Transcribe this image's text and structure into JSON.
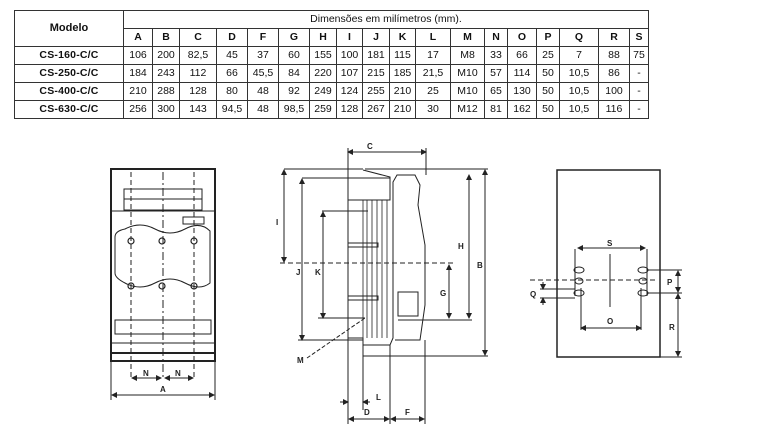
{
  "table": {
    "model_header": "Modelo",
    "title": "Dimensões em milímetros (mm).",
    "columns": [
      "A",
      "B",
      "C",
      "D",
      "F",
      "G",
      "H",
      "I",
      "J",
      "K",
      "L",
      "M",
      "N",
      "O",
      "P",
      "Q",
      "R",
      "S"
    ],
    "rows": [
      {
        "model": "CS-160-C/C",
        "values": [
          "106",
          "200",
          "82,5",
          "45",
          "37",
          "60",
          "155",
          "100",
          "181",
          "115",
          "17",
          "M8",
          "33",
          "66",
          "25",
          "7",
          "88",
          "75"
        ]
      },
      {
        "model": "CS-250-C/C",
        "values": [
          "184",
          "243",
          "112",
          "66",
          "45,5",
          "84",
          "220",
          "107",
          "215",
          "185",
          "21,5",
          "M10",
          "57",
          "114",
          "50",
          "10,5",
          "86",
          "-"
        ]
      },
      {
        "model": "CS-400-C/C",
        "values": [
          "210",
          "288",
          "128",
          "80",
          "48",
          "92",
          "249",
          "124",
          "255",
          "210",
          "25",
          "M10",
          "65",
          "130",
          "50",
          "10,5",
          "100",
          "-"
        ]
      },
      {
        "model": "CS-630-C/C",
        "values": [
          "256",
          "300",
          "143",
          "94,5",
          "48",
          "98,5",
          "259",
          "128",
          "267",
          "210",
          "30",
          "M12",
          "81",
          "162",
          "50",
          "10,5",
          "116",
          "-"
        ]
      }
    ]
  },
  "drawings": {
    "front_view": {
      "labels": {
        "n1": "N",
        "n2": "N",
        "a": "A"
      }
    },
    "side_view": {
      "labels": {
        "c": "C",
        "i": "I",
        "j": "J",
        "k": "K",
        "h": "H",
        "b": "B",
        "g": "G",
        "m": "M",
        "l": "L",
        "d": "D",
        "f": "F"
      }
    },
    "mounting_view": {
      "labels": {
        "s": "S",
        "o": "O",
        "p": "P",
        "q": "Q",
        "r": "R"
      }
    }
  }
}
